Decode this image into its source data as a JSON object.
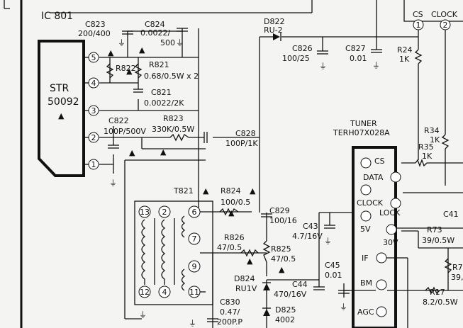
{
  "ic": {
    "ref": "IC 801",
    "part_line1": "STR",
    "part_line2": "50092",
    "pins": [
      "5",
      "4",
      "3",
      "2",
      "1"
    ]
  },
  "caps": {
    "c823": [
      "C823",
      "200/400"
    ],
    "c824": [
      "C824",
      "0.0022/",
      "500"
    ],
    "c821": [
      "C821",
      "0.0022/2K"
    ],
    "c822": [
      "C822",
      "100P/500V"
    ],
    "c826": [
      "C826",
      "100/25"
    ],
    "c827": [
      "C827",
      "0.01"
    ],
    "c828": [
      "C828",
      "100P/1K"
    ],
    "c829": [
      "C829",
      "100/16"
    ],
    "c43": [
      "C43",
      "4.7/16V"
    ],
    "c45": [
      "C45",
      "0.01"
    ],
    "c44": [
      "C44",
      "470/16V"
    ],
    "c830": [
      "C830",
      "0.47/",
      "200P.P"
    ],
    "c41": [
      "C41"
    ]
  },
  "resistors": {
    "r822": [
      "R822"
    ],
    "r821": [
      "R821",
      "0.68/0.5W x 2"
    ],
    "r823": [
      "R823",
      "330K/0.5W"
    ],
    "r824": [
      "R824",
      "100/0.5"
    ],
    "r826": [
      "R826",
      "47/0.5"
    ],
    "r825": [
      "R825",
      "47/0.5"
    ],
    "r24": [
      "R24",
      "1K"
    ],
    "r34": [
      "R34",
      "1K"
    ],
    "r35": [
      "R35",
      "1K"
    ],
    "r73": [
      "R73",
      "39/0.5W"
    ],
    "r7x": [
      "R7",
      "39,"
    ],
    "r17": [
      "R17",
      "8.2/0.5W"
    ]
  },
  "diodes": {
    "d822": [
      "D822",
      "RU-2"
    ],
    "d824": [
      "D824",
      "RU1V"
    ],
    "d825": [
      "D825",
      "4002"
    ]
  },
  "transformer": {
    "ref": "T821",
    "pins": [
      "13",
      "2",
      "12",
      "4",
      "6",
      "7",
      "9",
      "11"
    ]
  },
  "connector": {
    "cs": "CS",
    "clock": "CLOCK",
    "pin1": "1",
    "pin2": "2"
  },
  "tuner": {
    "title": "TUNER",
    "model": "TERH07X028A",
    "terminals": [
      "CS",
      "DATA",
      "CLOCK",
      "LOCK",
      "5V",
      "30V",
      "IF",
      "BM",
      "AGC"
    ]
  }
}
